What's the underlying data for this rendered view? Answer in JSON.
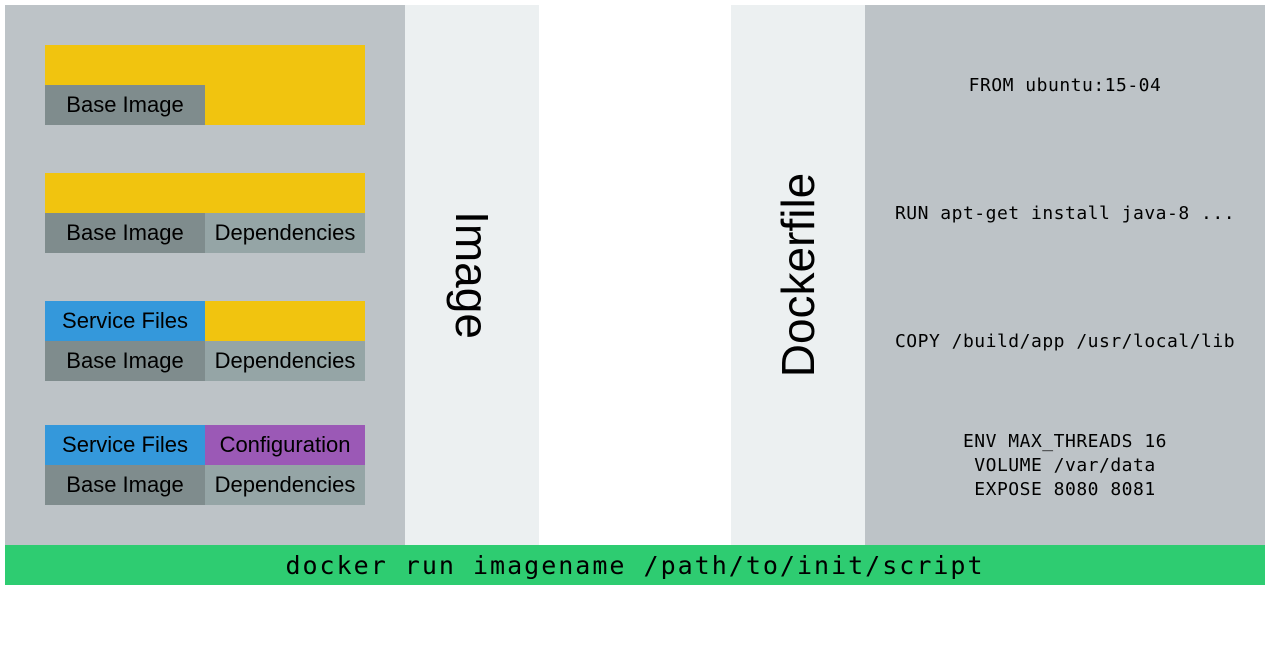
{
  "layers": {
    "base_image": "Base Image",
    "dependencies": "Dependencies",
    "service_files": "Service Files",
    "configuration": "Configuration"
  },
  "labels": {
    "image": "Image",
    "dockerfile": "Dockerfile"
  },
  "dockerfile": {
    "from": "FROM ubuntu:15-04",
    "run": "RUN apt-get install java-8 ...",
    "copy": "COPY /build/app /usr/local/lib",
    "env": "ENV MAX_THREADS 16",
    "volume": "VOLUME /var/data",
    "expose": "EXPOSE 8080 8081"
  },
  "run_command": "docker run imagename /path/to/init/script",
  "colors": {
    "panel_gray": "#bdc3c7",
    "panel_light": "#ecf0f1",
    "yellow": "#f1c40f",
    "base_gray": "#7f8c8d",
    "deps_gray": "#95a5a6",
    "blue": "#3498db",
    "purple": "#9b59b6",
    "green": "#2ecc71"
  }
}
